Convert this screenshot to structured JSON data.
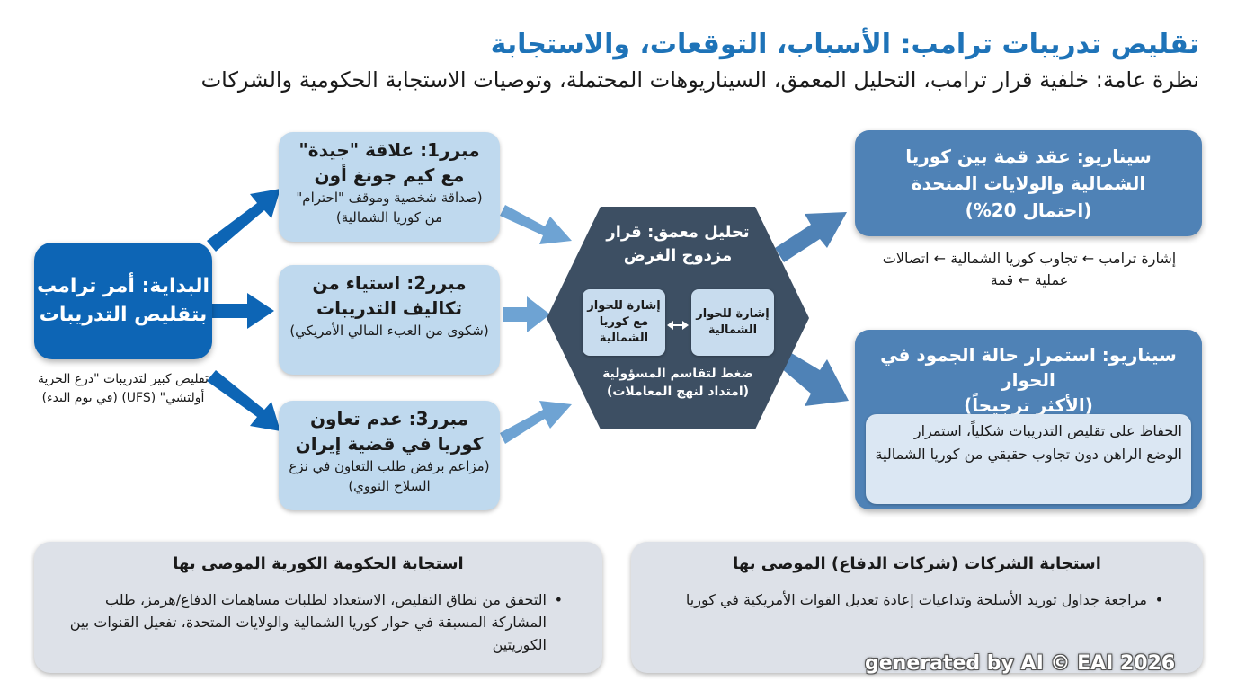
{
  "header": {
    "title": "تقليص تدريبات ترامب: الأسباب، التوقعات، والاستجابة",
    "subtitle": "نظرة عامة: خلفية قرار ترامب، التحليل المعمق، السيناريوهات المحتملة، وتوصيات الاستجابة الحكومية والشركات"
  },
  "start": {
    "label": "البداية: أمر ترامب بتقليص التدريبات",
    "note": "تقليص كبير لتدريبات \"درع الحرية أولتشي\" (UFS) (في يوم البدء)"
  },
  "reasons": [
    {
      "title": "مبرر1: علاقة \"جيدة\" مع كيم جونغ أون",
      "detail": "(صداقة شخصية وموقف \"احترام\" من كوريا الشمالية)"
    },
    {
      "title": "مبرر2: استياء من تكاليف التدريبات",
      "detail": "(شكوى من العبء المالي الأمريكي)"
    },
    {
      "title": "مبرر3: عدم تعاون كوريا في قضية إيران",
      "detail": "(مزاعم برفض طلب التعاون في نزع السلاح النووي)"
    }
  ],
  "analysis": {
    "title": "تحليل معمق: قرار مزدوج الغرض",
    "signal_nk": "إشارة للحوار مع كوريا الشمالية",
    "signal_left": "إشارة للحوار الشمالية",
    "pressure": "ضغط لتقاسم المسؤولية (امتداد لنهج المعاملات)"
  },
  "scenarios": {
    "summit": {
      "title": "سيناريو: عقد قمة بين كوريا الشمالية والولايات المتحدة",
      "probability": "(احتمال 20%)",
      "path": "إشارة ترامب ← تجاوب كوريا الشمالية ← اتصالات عملية ← قمة"
    },
    "stalemate": {
      "title": "سيناريو: استمرار حالة الجمود في الحوار",
      "probability": "(الأكثر ترجيحاً)",
      "detail": "الحفاظ على تقليص التدريبات شكلياً، استمرار الوضع الراهن دون تجاوب حقيقي من كوريا الشمالية"
    }
  },
  "responses": {
    "government": {
      "title": "استجابة الحكومة الكورية الموصى بها",
      "items": [
        "التحقق من نطاق التقليص، الاستعداد لطلبات مساهمات الدفاع/هرمز، طلب المشاركة المسبقة في حوار كوريا الشمالية والولايات المتحدة، تفعيل القنوات بين الكوريتين"
      ]
    },
    "companies": {
      "title": "استجابة الشركات (شركات الدفاع) الموصى بها",
      "items": [
        "مراجعة جداول توريد الأسلحة وتداعيات إعادة تعديل القوات الأمريكية في كوريا"
      ]
    }
  },
  "watermark": "generated by AI © EAI 2026",
  "colors": {
    "accent": "#1e73b8",
    "start_box": "#0d65b5",
    "reason_box": "#bfd9ee",
    "hexagon": "#3d4f63",
    "scenario_box": "#4f82b6",
    "arrow_dark": "#0d65b5",
    "arrow_light": "#6ea3d3",
    "panel": "#dde1e8"
  }
}
